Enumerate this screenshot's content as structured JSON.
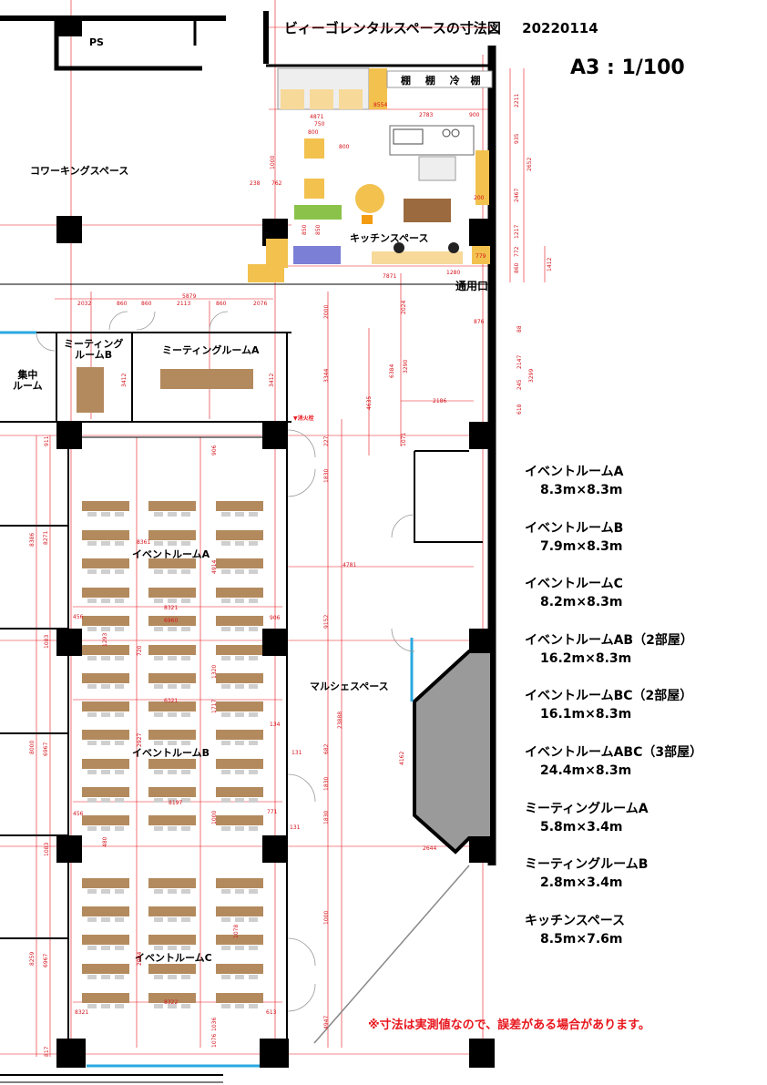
{
  "header": {
    "title": "ビィーゴレンタルスペースの寸法図",
    "date": "20220114",
    "scale": "A3 : 1/100"
  },
  "areas": {
    "ps": "PS",
    "coworking": "コワーキングスペース",
    "kitchen": "キッチンスペース",
    "entrance": "通用口",
    "meeting_b_line1": "ミーティング",
    "meeting_b_line2": "ルームB",
    "meeting_a": "ミーティングルームA",
    "focus_line1": "集中",
    "focus_line2": "ルーム",
    "event_a": "イベントルームA",
    "event_b": "イベントルームB",
    "event_c": "イベントルームC",
    "marche": "マルシェスペース",
    "fire_hydrant": "▼消火栓",
    "kitchen_labels": [
      "棚",
      "棚",
      "冷",
      "棚"
    ]
  },
  "rooms": [
    {
      "name": "イベントルームA",
      "dims": "8.3m×8.3m"
    },
    {
      "name": "イベントルームB",
      "dims": "7.9m×8.3m"
    },
    {
      "name": "イベントルームC",
      "dims": "8.2m×8.3m"
    },
    {
      "name": "イベントルームAB（2部屋）",
      "dims": "16.2m×8.3m"
    },
    {
      "name": "イベントルームBC（2部屋）",
      "dims": "16.1m×8.3m"
    },
    {
      "name": "イベントルームABC（3部屋）",
      "dims": "24.4m×8.3m"
    },
    {
      "name": "ミーティングルームA",
      "dims": "5.8m×3.4m"
    },
    {
      "name": "ミーティングルームB",
      "dims": "2.8m×3.4m"
    },
    {
      "name": "キッチンスペース",
      "dims": "8.5m×7.6m"
    }
  ],
  "note": "※寸法は実測値なので、誤差がある場合があります。",
  "dimensions": {
    "kitchen_top": [
      "8554",
      "4871",
      "2783",
      "900",
      "750",
      "800",
      "800",
      "1000",
      "238",
      "762",
      "200",
      "850",
      "850",
      "7871",
      "1280",
      "779",
      "876"
    ],
    "kitchen_right": [
      "2211",
      "935",
      "2652",
      "2467",
      "1217",
      "772",
      "860",
      "1412"
    ],
    "meeting": [
      "5879",
      "2032",
      "860",
      "860",
      "2113",
      "860",
      "2076",
      "3412",
      "3412"
    ],
    "corridor": [
      "2000",
      "3344",
      "9152",
      "23888",
      "4635",
      "6384",
      "2024",
      "3290",
      "1071",
      "2186",
      "4781",
      "4162",
      "2644"
    ],
    "right_col": [
      "88",
      "2147",
      "245",
      "3299",
      "618"
    ],
    "event_left": [
      "8386",
      "8271",
      "8000",
      "6967",
      "8259",
      "6967",
      "911",
      "1083",
      "1083",
      "817"
    ],
    "event_inner": [
      "8361",
      "4914",
      "8321",
      "6960",
      "906",
      "456",
      "720",
      "1320",
      "1717",
      "6321",
      "2927",
      "8197",
      "456",
      "771",
      "1000",
      "134",
      "131",
      "131",
      "682",
      "1830",
      "1830",
      "1830",
      "1000",
      "4947",
      "1078",
      "2994",
      "8322",
      "8321",
      "613",
      "1036",
      "1076",
      "906",
      "227",
      "1293",
      "480",
      "480"
    ]
  },
  "colors": {
    "wall": "#000000",
    "dimension_line": "#e8151c",
    "desk": "#b38a5e",
    "chair": "#cfcfcf",
    "column_gray": "#9a9a9a",
    "kitchen_yellow": "#f2c14e",
    "green": "#8bc34a",
    "blue_window": "#2aa8e0",
    "purple": "#7b7fd6"
  }
}
